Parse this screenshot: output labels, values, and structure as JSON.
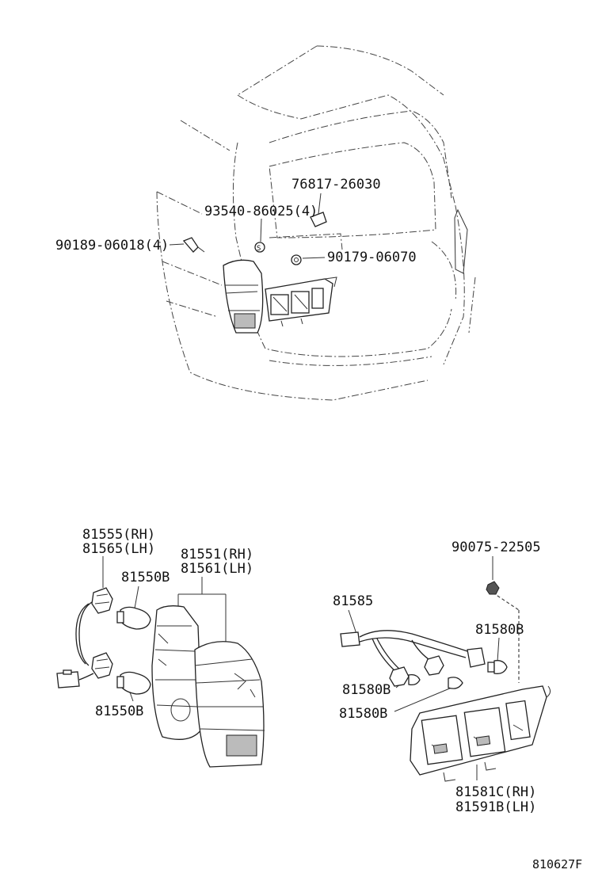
{
  "labels": {
    "p76817": "76817-26030",
    "p93540": "93540-86025(4)",
    "p90189": "90189-06018(4)",
    "p90179": "90179-06070",
    "p81555": "81555(RH)",
    "p81565": "81565(LH)",
    "p81551": "81551(RH)",
    "p81561": "81561(LH)",
    "p81550b_top": "81550B",
    "p81550b_bot": "81550B",
    "p90075": "90075-22505",
    "p81585": "81585",
    "p81580b_a": "81580B",
    "p81580b_b": "81580B",
    "p81580b_c": "81580B",
    "p81581c": "81581C(RH)",
    "p81591b": "81591B(LH)",
    "figure_code": "810627F"
  }
}
